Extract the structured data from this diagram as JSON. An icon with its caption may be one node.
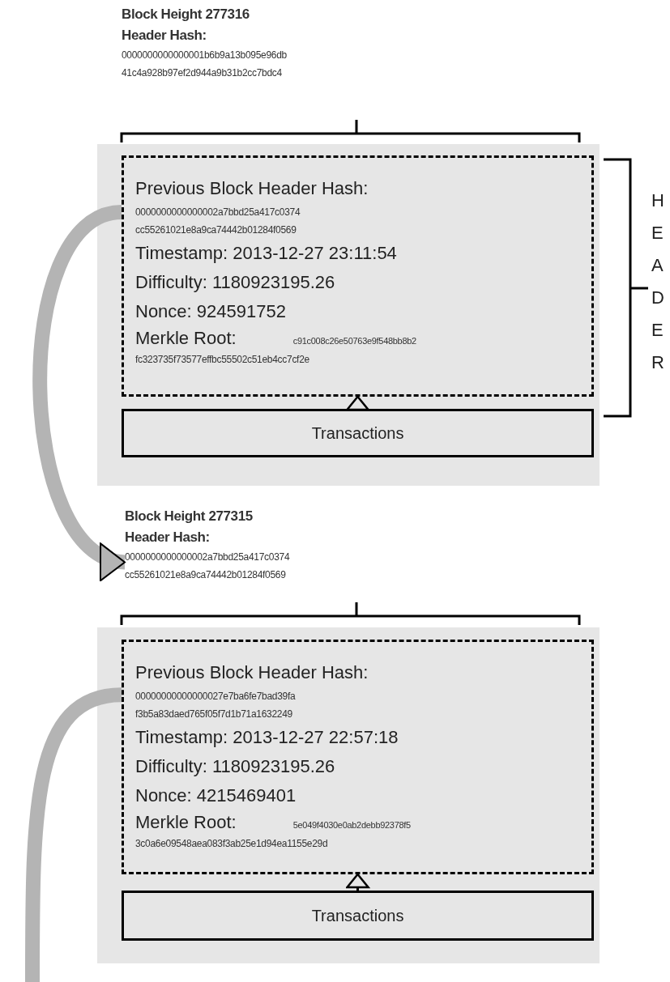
{
  "diagram": {
    "nodes": [
      {
        "text": [
          "Block Height 277316",
          "Header Hash:",
          "0000000000000001b6b9a13b095e96db",
          "41c4a928b97ef2d944a9b31b2cc7bdc4"
        ]
      },
      {
        "text": [],
        "shape": "box"
      },
      {
        "text": [
          "Previous Block Header Hash:",
          "0000000000000002a7bbd25a417c0374",
          "cc55261021e8a9ca74442b01284f0569",
          "Timestamp: 2013-12-27 23:11:54",
          "Difficulty: 1180923195.26",
          "Nonce: 924591752",
          "Merkle Root:",
          "c91c008c26e50763e9f548bb8b2",
          "fc323735f73577effbc55502c51eb4cc7cf2e"
        ],
        "in": 1
      },
      {
        "text": [
          "Transactions"
        ],
        "in": 1
      },
      {
        "text": [
          "Block Height 277315",
          "Header Hash:",
          "0000000000000002a7bbd25a417c0374",
          "cc55261021e8a9ca74442b01284f0569"
        ]
      },
      {
        "text": [],
        "shape": "box"
      },
      {
        "text": [
          "Previous Block Header Hash:",
          "00000000000000027e7ba6fe7bad39fa",
          "f3b5a83daed765f05f7d1b71a1632249",
          "Timestamp: 2013-12-27 22:57:18",
          "Difficulty: 1180923195.26",
          "Nonce: 4215469401",
          "Merkle Root:",
          "5e049f4030e0ab2debb92378f5",
          "3c0a6e09548aea083f3ab25e1d94ea1155e29d"
        ],
        "in": 5
      },
      {
        "text": [
          "Transactions"
        ],
        "in": 5
      }
    ],
    "edges": [
      {
        "from": 3,
        "to": 2,
        "arrow": "to"
      },
      {
        "from": 2,
        "to": 4,
        "arrow": "to",
        "style": "thick",
        "color": "#b4b4b4"
      },
      {
        "from": 6,
        "to": null,
        "arrow": "none",
        "style": "thick",
        "color": "#b4b4b4"
      },
      {
        "from": 7,
        "to": 6,
        "arrow": "to"
      }
    ],
    "labels": [
      "HEADER"
    ]
  }
}
